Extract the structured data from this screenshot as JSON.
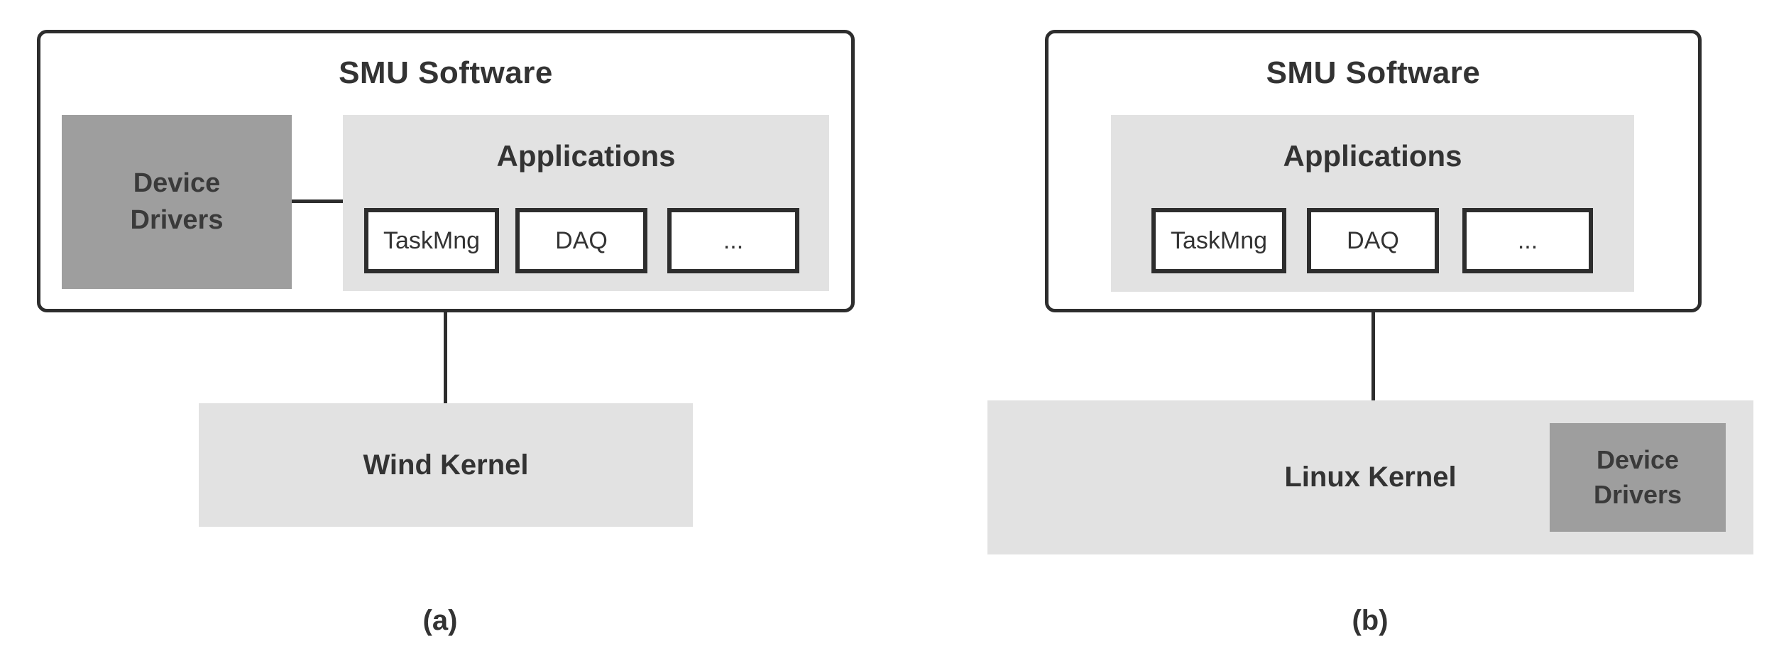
{
  "figure": {
    "colors": {
      "line": "#2d2d2d",
      "box_dark": "#9e9e9e",
      "box_light": "#e2e2e2",
      "text": "#333333",
      "background": "#ffffff"
    },
    "diagram_a": {
      "caption": "(a)",
      "smu_title": "SMU Software",
      "device_drivers_label": "Device Drivers",
      "applications_title": "Applications",
      "app_boxes": [
        "TaskMng",
        "DAQ",
        "..."
      ],
      "kernel_label": "Wind Kernel"
    },
    "diagram_b": {
      "caption": "(b)",
      "smu_title": "SMU Software",
      "applications_title": "Applications",
      "app_boxes": [
        "TaskMng",
        "DAQ",
        "..."
      ],
      "kernel_label": "Linux Kernel",
      "device_drivers_label": "Device Drivers"
    }
  }
}
